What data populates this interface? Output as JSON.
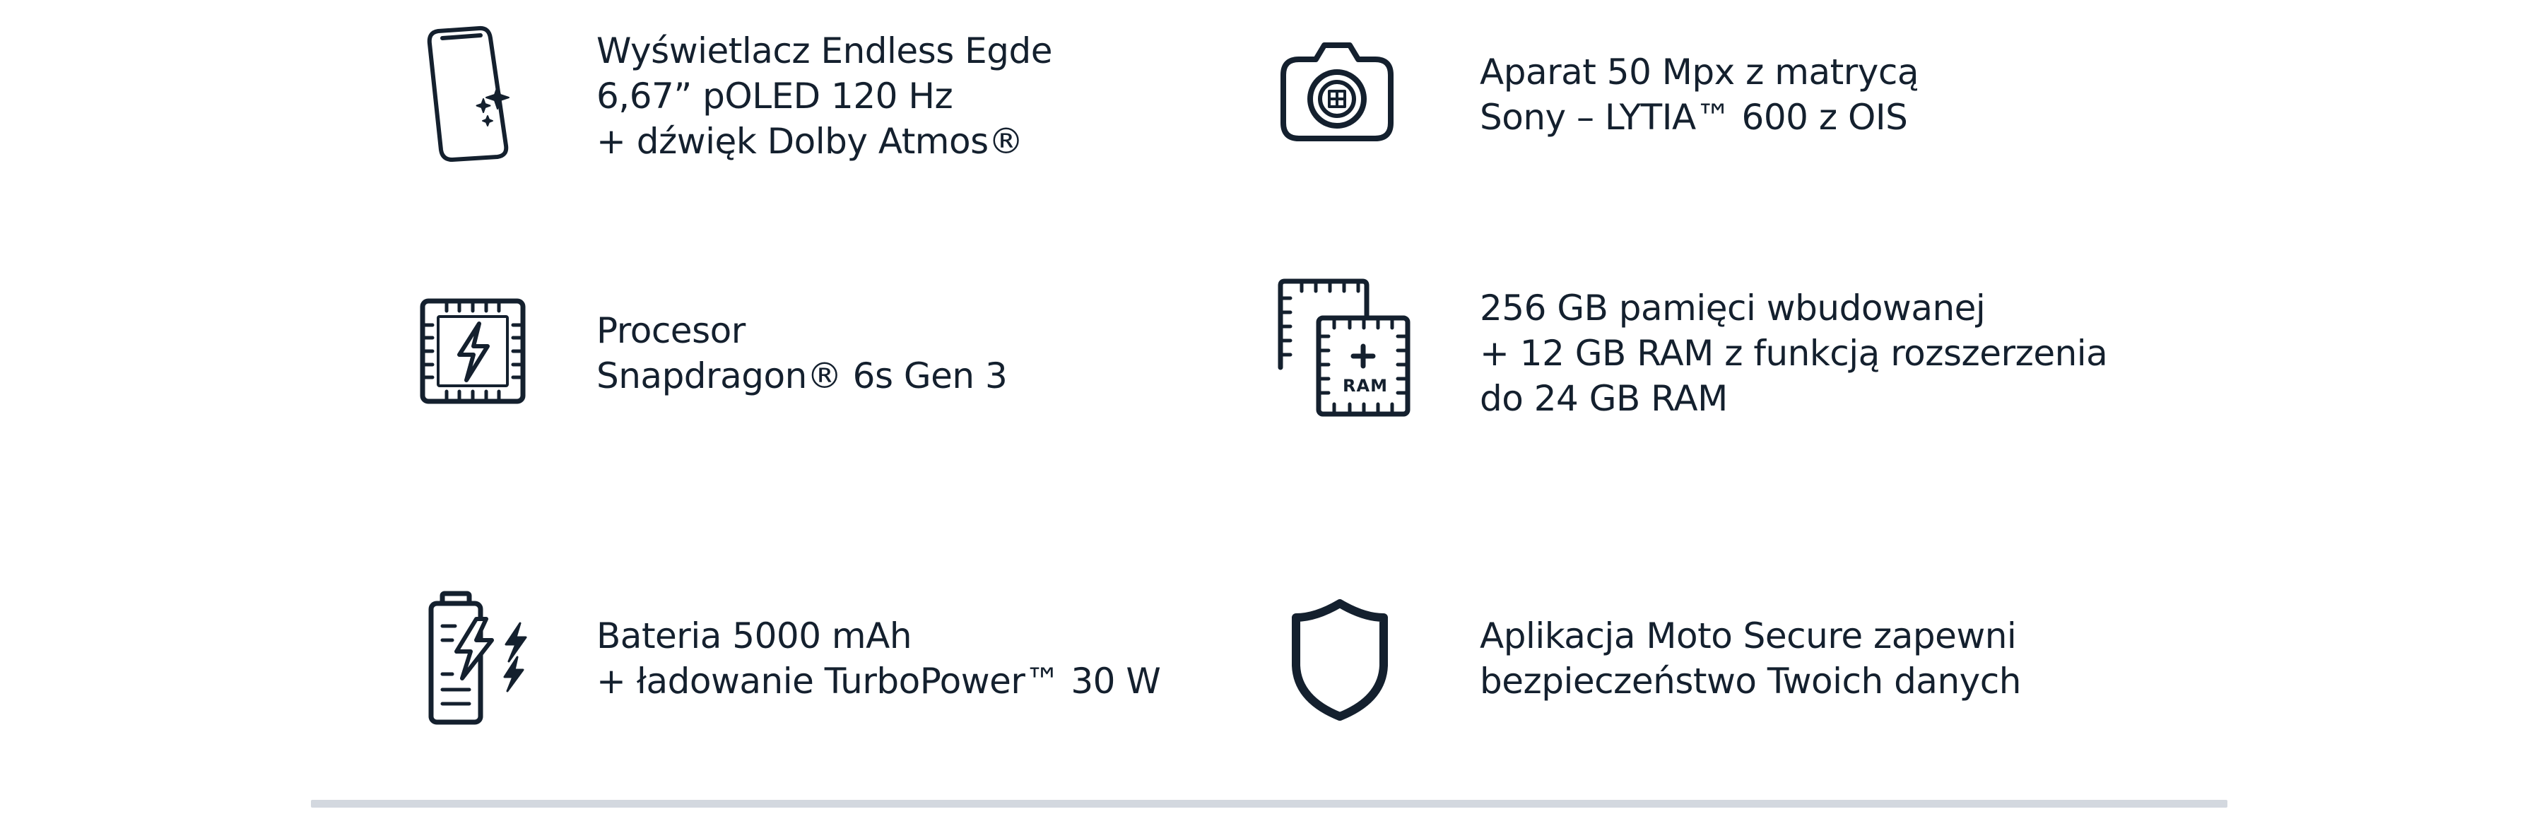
{
  "features": [
    {
      "id": "display",
      "icon": "smartphone-sparkle-icon",
      "lines": [
        "Wyświetlacz Endless Egde",
        "6,67” pOLED 120 Hz",
        "+ dźwięk Dolby Atmos®"
      ]
    },
    {
      "id": "camera",
      "icon": "camera-icon",
      "lines": [
        "Aparat 50 Mpx z matrycą",
        "Sony – LYTIA™ 600 z OIS"
      ]
    },
    {
      "id": "processor",
      "icon": "processor-chip-icon",
      "lines": [
        "Procesor",
        "Snapdragon® 6s Gen 3"
      ]
    },
    {
      "id": "memory",
      "icon": "memory-chip-icon",
      "icon_label": "RAM",
      "lines": [
        "256 GB pamięci wbudowanej",
        "+ 12 GB RAM z funkcją rozszerzenia",
        "do 24 GB RAM"
      ]
    },
    {
      "id": "battery",
      "icon": "battery-charging-icon",
      "lines": [
        "Bateria 5000 mAh",
        "+ ładowanie TurboPower™ 30 W"
      ]
    },
    {
      "id": "security",
      "icon": "shield-icon",
      "lines": [
        "Aplikacja Moto Secure zapewni",
        "bezpieczeństwo Twoich danych"
      ]
    }
  ],
  "colors": {
    "text": "#14202e",
    "icon": "#14202e",
    "divider": "#d3d8df",
    "background": "#ffffff"
  }
}
